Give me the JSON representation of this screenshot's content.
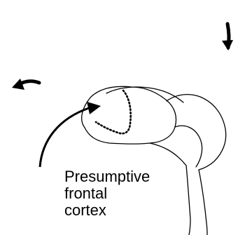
{
  "label": {
    "lines": [
      "Presumptive",
      "frontal",
      "cortex"
    ]
  },
  "colors": {
    "stroke": "#000000",
    "text": "#000000",
    "background": "#ffffff"
  },
  "icons": {
    "top_arrow": "down-arrow-icon",
    "left_arrow": "left-arrow-icon"
  }
}
